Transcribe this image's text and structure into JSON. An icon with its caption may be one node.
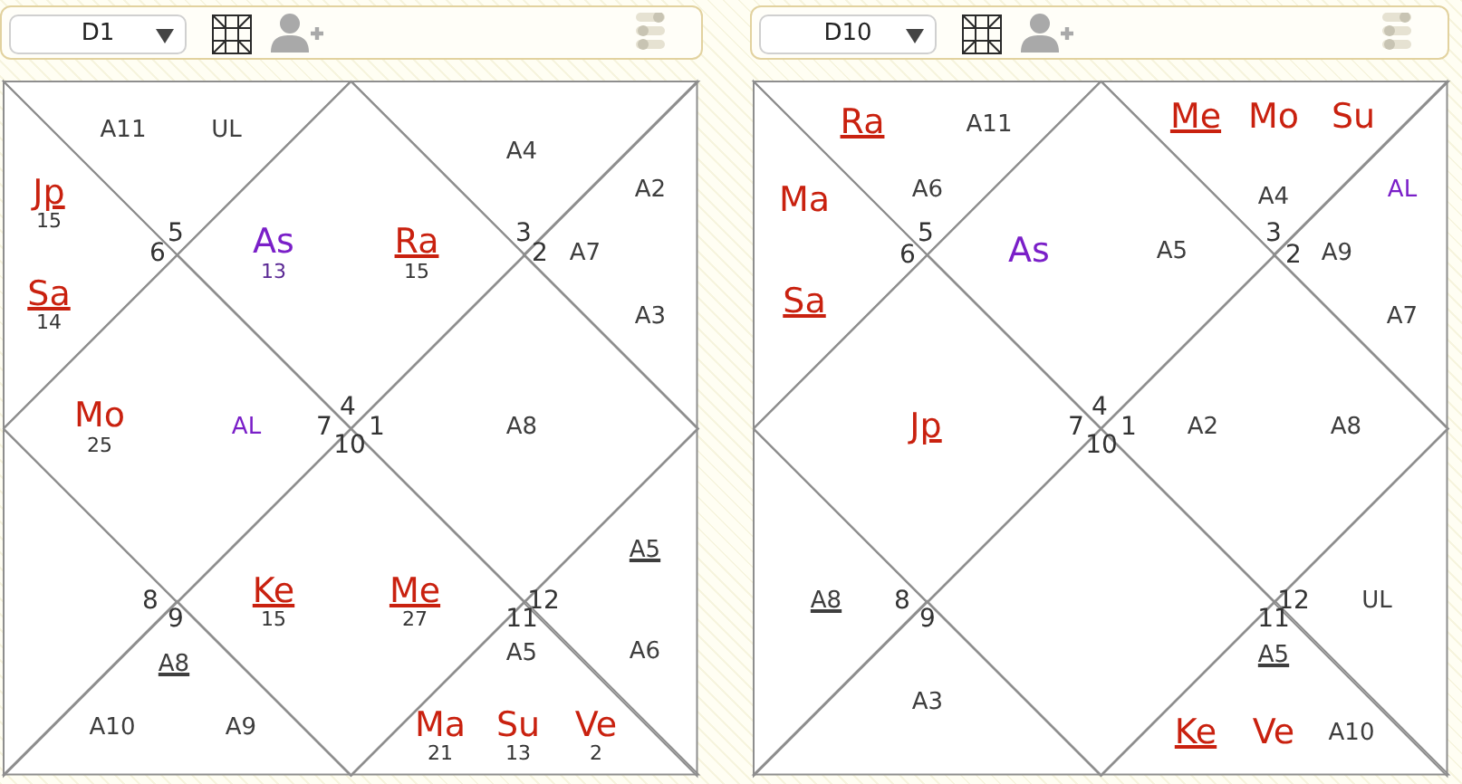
{
  "diagram": {
    "nodes": [
      {
        "text": [
          "A11",
          "UL",
          "5"
        ]
      },
      {
        "text": [
          "As",
          "13",
          "Ra",
          "15",
          "4"
        ]
      },
      {
        "text": [
          "A4",
          "3"
        ]
      },
      {
        "text": [
          "Jp",
          "15",
          "Sa",
          "14",
          "6"
        ]
      },
      {
        "text": [
          "A2",
          "2",
          "A7",
          "A3"
        ]
      },
      {
        "text": [
          "Mo",
          "25",
          "AL",
          "7"
        ]
      },
      {
        "text": [
          "1",
          "A8"
        ]
      },
      {
        "text": [
          "8"
        ]
      },
      {
        "text": [
          "A5",
          "12",
          "A6"
        ]
      },
      {
        "text": [
          "10",
          "Ke",
          "15",
          "Me",
          "27"
        ]
      },
      {
        "text": [
          "9",
          "A8",
          "A10",
          "A9"
        ]
      },
      {
        "text": [
          "11",
          "A5",
          "Ma",
          "21",
          "Su",
          "13",
          "Ve",
          "2"
        ]
      },
      {
        "text": [
          "Ra",
          "A11",
          "A6",
          "5"
        ]
      },
      {
        "text": [
          "As",
          "A5",
          "4"
        ]
      },
      {
        "text": [
          "Me",
          "Mo",
          "Su",
          "A4",
          "3"
        ]
      },
      {
        "text": [
          "Ma",
          "Sa",
          "6"
        ]
      },
      {
        "text": [
          "AL",
          "2",
          "A9",
          "A7"
        ]
      },
      {
        "text": [
          "Jp",
          "7"
        ]
      },
      {
        "text": [
          "1",
          "A2",
          "A8"
        ]
      },
      {
        "text": [
          "A8",
          "8"
        ]
      },
      {
        "text": [
          "12",
          "UL"
        ]
      },
      {
        "text": [
          "10"
        ]
      },
      {
        "text": [
          "9",
          "A3"
        ]
      },
      {
        "text": [
          "11",
          "A5",
          "Ke",
          "Ve",
          "A10"
        ]
      }
    ],
    "labels": [
      "D1",
      "D10"
    ]
  }
}
